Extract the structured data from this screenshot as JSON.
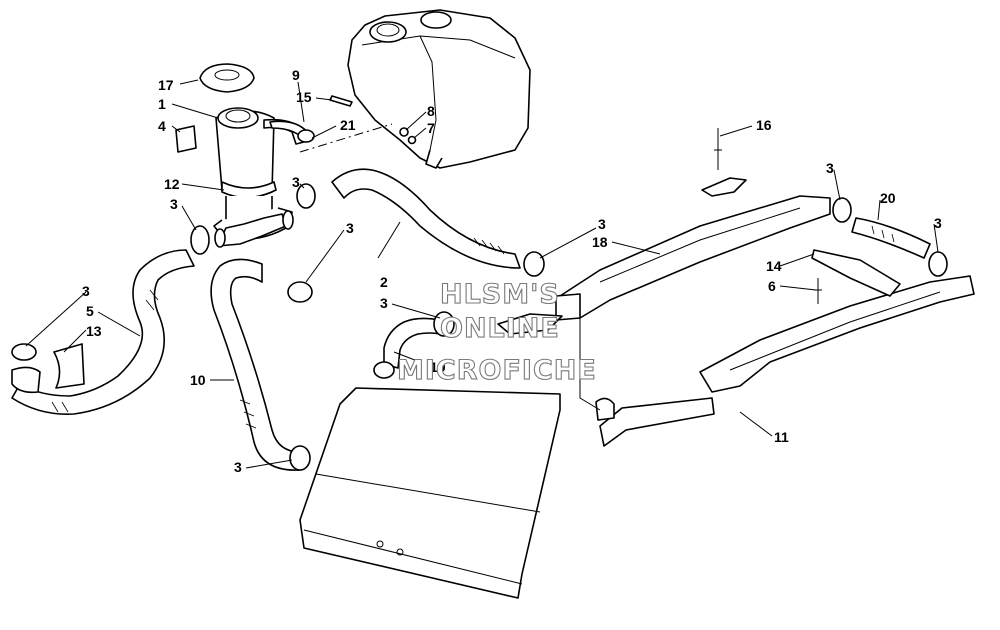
{
  "watermark": {
    "line1": "HLSM'S",
    "line2": "ONLINE",
    "line3": "MICROFICHE"
  },
  "callouts": [
    {
      "id": "c17",
      "label": "17"
    },
    {
      "id": "c1",
      "label": "1"
    },
    {
      "id": "c4",
      "label": "4"
    },
    {
      "id": "c9",
      "label": "9"
    },
    {
      "id": "c15",
      "label": "15"
    },
    {
      "id": "c21",
      "label": "21"
    },
    {
      "id": "c8",
      "label": "8"
    },
    {
      "id": "c7",
      "label": "7"
    },
    {
      "id": "c12",
      "label": "12"
    },
    {
      "id": "c3a",
      "label": "3"
    },
    {
      "id": "c3b",
      "label": "3"
    },
    {
      "id": "c3c",
      "label": "3"
    },
    {
      "id": "c5",
      "label": "5"
    },
    {
      "id": "c13",
      "label": "13"
    },
    {
      "id": "c2",
      "label": "2"
    },
    {
      "id": "c3d",
      "label": "3"
    },
    {
      "id": "c18",
      "label": "18"
    },
    {
      "id": "c16",
      "label": "16"
    },
    {
      "id": "c3e",
      "label": "3"
    },
    {
      "id": "c20",
      "label": "20"
    },
    {
      "id": "c3f",
      "label": "3"
    },
    {
      "id": "c14",
      "label": "14"
    },
    {
      "id": "c6",
      "label": "6"
    },
    {
      "id": "c3g",
      "label": "3"
    },
    {
      "id": "c19",
      "label": "19"
    },
    {
      "id": "c10",
      "label": "10"
    },
    {
      "id": "c3h",
      "label": "3"
    },
    {
      "id": "c11",
      "label": "11"
    }
  ]
}
